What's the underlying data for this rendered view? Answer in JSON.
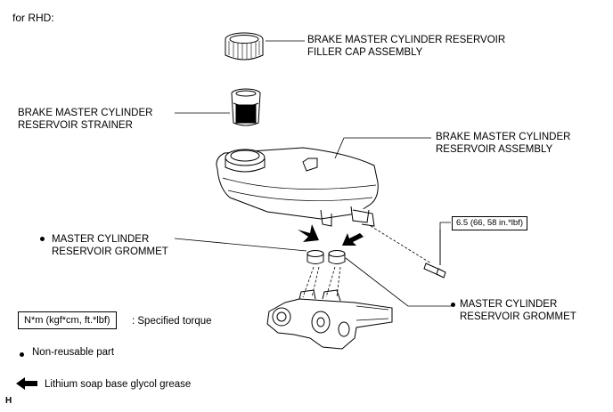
{
  "header": {
    "label": "for RHD:"
  },
  "parts": {
    "filler_cap": "BRAKE MASTER CYLINDER RESERVOIR\nFILLER CAP ASSEMBLY",
    "strainer": "BRAKE MASTER CYLINDER\nRESERVOIR STRAINER",
    "reservoir": "BRAKE MASTER CYLINDER\nRESERVOIR ASSEMBLY",
    "grommet_left": "MASTER CYLINDER\nRESERVOIR GROMMET",
    "grommet_right": "MASTER CYLINDER\nRESERVOIR GROMMET"
  },
  "torque": {
    "spec": "6.5 (66, 58 in.*lbf)"
  },
  "legend": {
    "torque_box": "N*m (kgf*cm, ft.*lbf)",
    "torque_desc": ": Specified torque",
    "non_reusable": "Non-reusable part",
    "grease": "Lithium soap base glycol grease"
  },
  "footer": {
    "code": "H"
  }
}
